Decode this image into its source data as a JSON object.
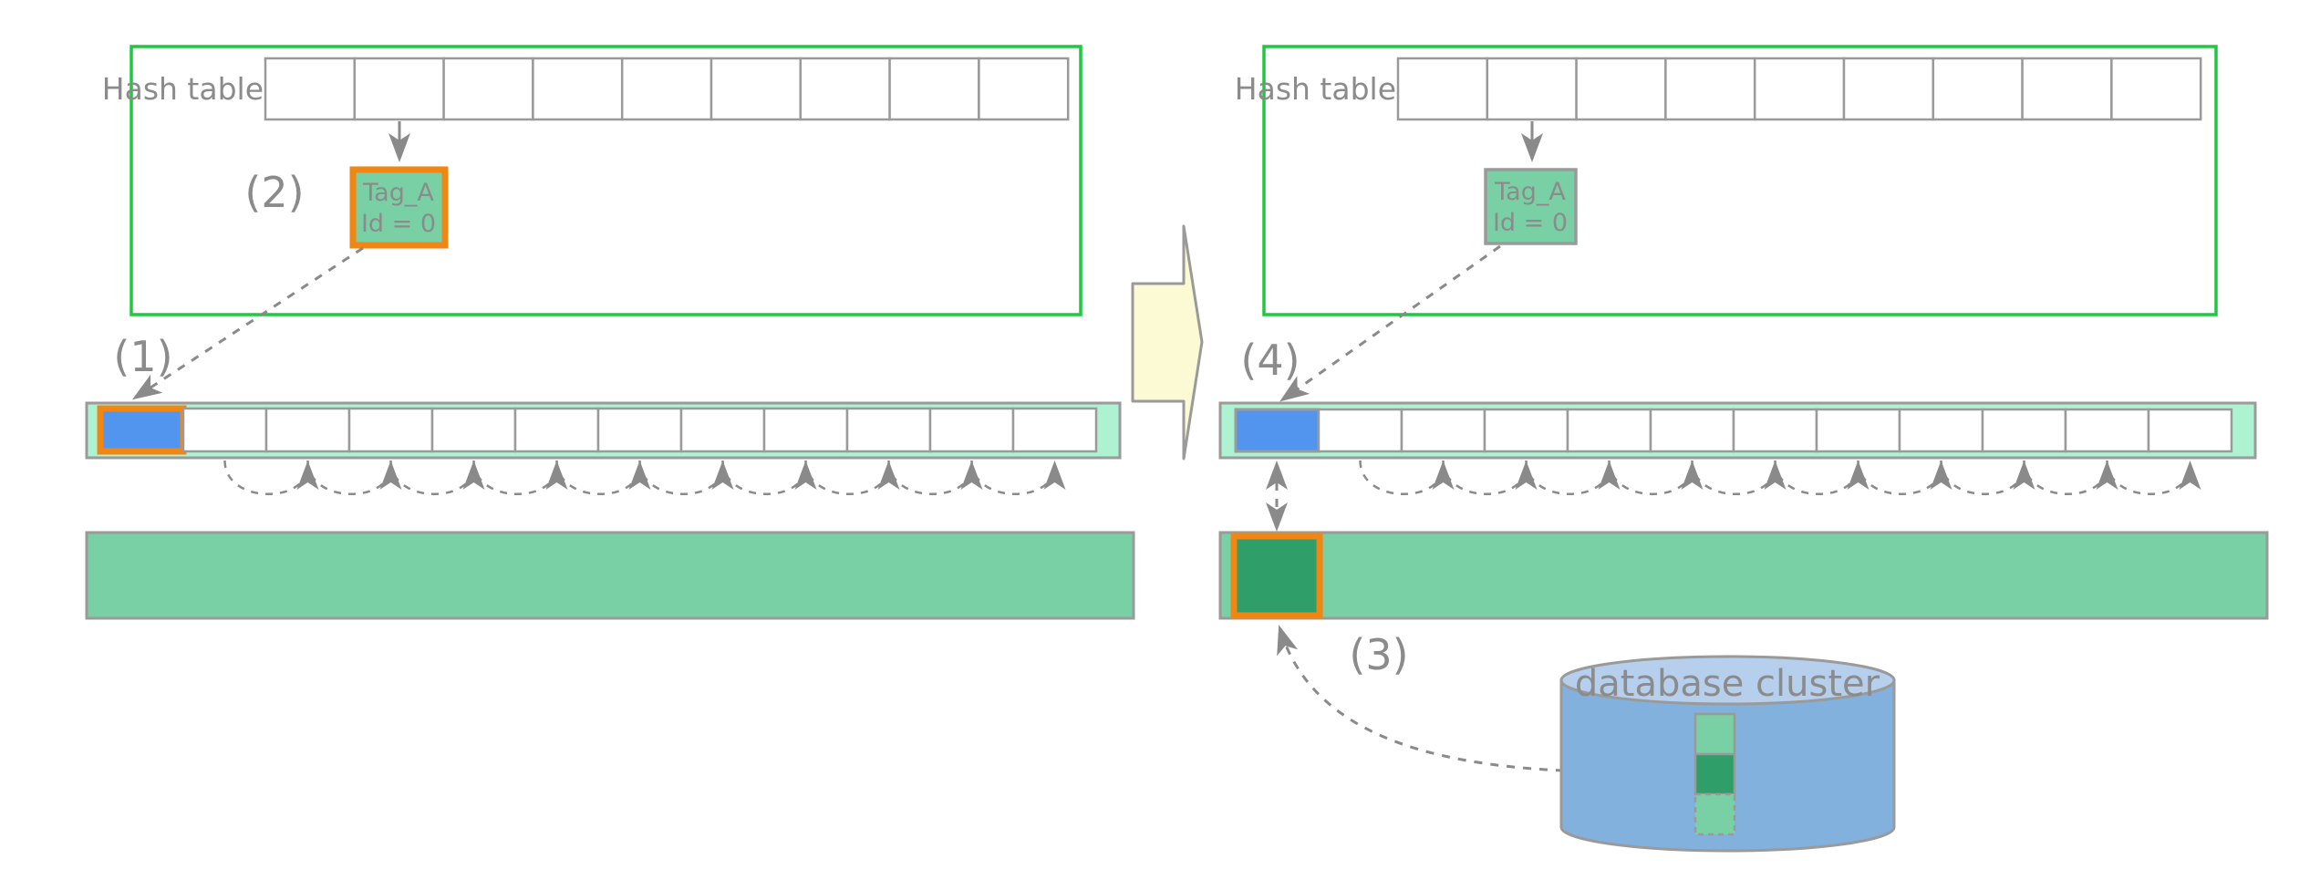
{
  "colors": {
    "panel-green": "#1fc83e",
    "mint": "#adf3d2",
    "cell-green": "#7ad0a5",
    "dark-green": "#2f9e68",
    "blue": "#5295ee",
    "orange": "#f28613",
    "yellow": "#fcf9d5",
    "cyl-blue": "#82b1dd",
    "cyl-top": "#b5cfed",
    "stroke-gray": "#9a9a9a",
    "dash-gray": "#8a8a8a",
    "text-gray": "#8b8b8b"
  },
  "structure": {
    "hash_cells": 9,
    "buffer_cells": 12,
    "chain_arcs": 10
  },
  "left": {
    "hash_table_label": "Hash table",
    "tag_box": {
      "line1": "Tag_A",
      "line2": "Id = 0"
    },
    "step1": "(1)",
    "step2": "(2)"
  },
  "right": {
    "hash_table_label": "Hash table",
    "tag_box": {
      "line1": "Tag_A",
      "line2": "Id = 0"
    },
    "step3": "(3)",
    "step4": "(4)"
  },
  "database": {
    "label": "database cluster"
  }
}
